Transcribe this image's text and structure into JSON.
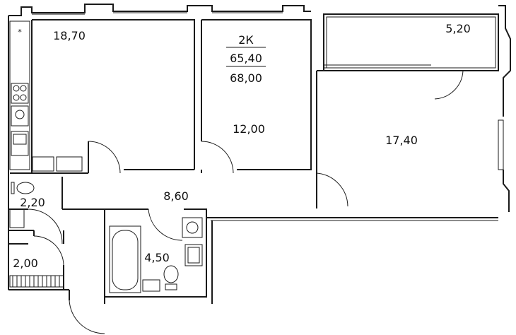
{
  "plan": {
    "apartment_type": "2К",
    "living_area": "65,40",
    "total_area": "68,00",
    "rooms": [
      {
        "id": "kitchen",
        "area": "18,70"
      },
      {
        "id": "bedroom",
        "area": "12,00"
      },
      {
        "id": "living-room",
        "area": "17,40"
      },
      {
        "id": "balcony",
        "area": "5,20"
      },
      {
        "id": "hallway",
        "area": "8,60"
      },
      {
        "id": "bathroom",
        "area": "4,50"
      },
      {
        "id": "toilet",
        "area": "2,20"
      },
      {
        "id": "wardrobe",
        "area": "2,00"
      }
    ]
  }
}
